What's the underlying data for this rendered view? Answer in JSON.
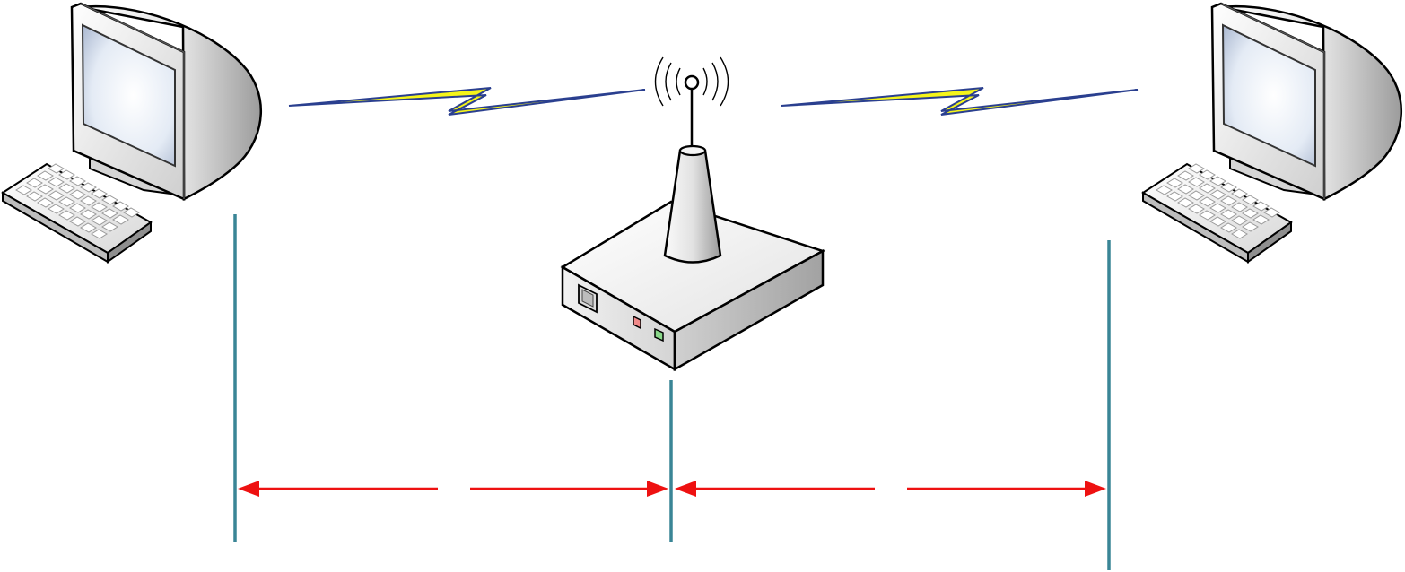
{
  "diagram": {
    "nodes": [
      {
        "id": "computer-left",
        "icon": "desktop-computer-icon",
        "label": ""
      },
      {
        "id": "access-point",
        "icon": "wireless-router-icon",
        "label": ""
      },
      {
        "id": "computer-right",
        "icon": "desktop-computer-icon",
        "label": ""
      }
    ],
    "links": [
      {
        "from": "computer-left",
        "to": "access-point",
        "type": "wireless",
        "color": "#f5f51a"
      },
      {
        "from": "access-point",
        "to": "computer-right",
        "type": "wireless",
        "color": "#f5f51a"
      }
    ],
    "distance_markers": [
      {
        "from": "computer-left",
        "to": "access-point",
        "label": "",
        "color": "#ee1111"
      },
      {
        "from": "access-point",
        "to": "computer-right",
        "label": "",
        "color": "#ee1111"
      }
    ],
    "colors": {
      "reference_line": "#3a8596",
      "arrow": "#ee1111",
      "bolt_fill": "#f5f51a",
      "bolt_stroke": "#2a3f8f",
      "led_red": "#f08a8a",
      "led_green": "#8ad88a"
    }
  }
}
